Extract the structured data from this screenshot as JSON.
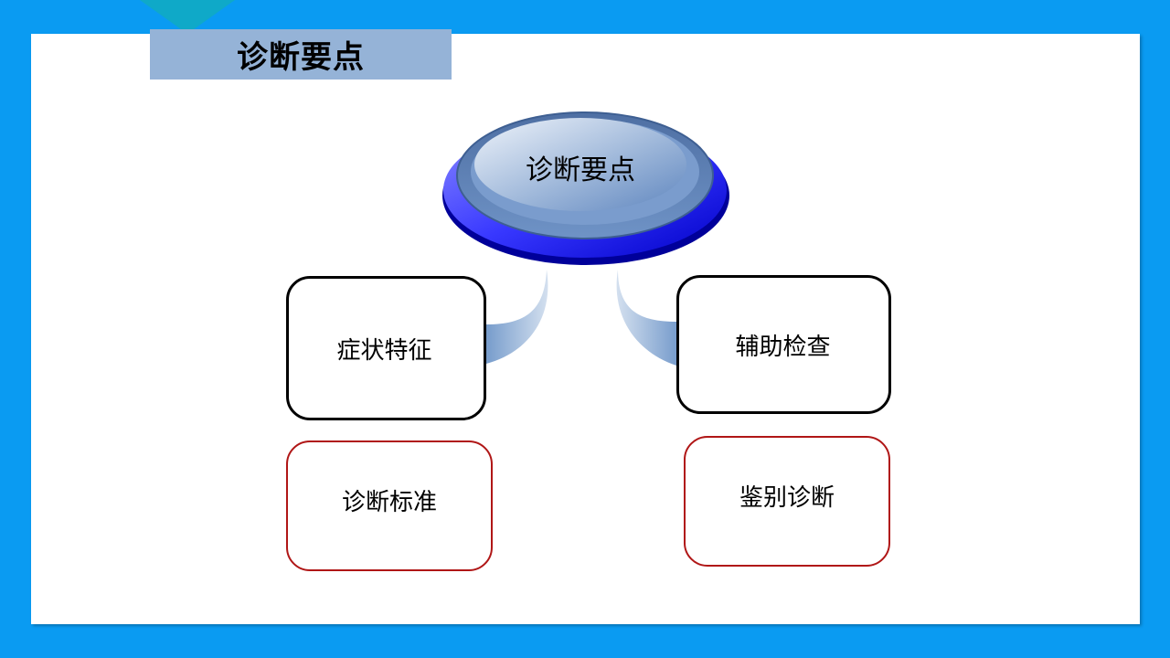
{
  "slide": {
    "title": "诊断要点",
    "colors": {
      "background": "#0a9bf2",
      "panel": "#ffffff",
      "accent_triangle": "#0fa9c8",
      "title_banner": "#95b3d7",
      "center_node_base": "#2a2aff",
      "center_node_top": "#5b86c0",
      "arrow_gradient_start": "#4f7fbd",
      "arrow_gradient_end": "#c8d8ec",
      "primary_box_border": "#000000",
      "secondary_box_border": "#b01616"
    }
  },
  "diagram": {
    "center_node": {
      "label": "诊断要点"
    },
    "arrows": [
      {
        "direction": "left",
        "from": "诊断要点",
        "to": "症状特征"
      },
      {
        "direction": "right",
        "from": "诊断要点",
        "to": "辅助检查"
      }
    ],
    "primary_boxes": [
      {
        "label": "症状特征"
      },
      {
        "label": "辅助检查"
      }
    ],
    "secondary_boxes": [
      {
        "label": "诊断标准"
      },
      {
        "label": "鉴别诊断"
      }
    ]
  }
}
